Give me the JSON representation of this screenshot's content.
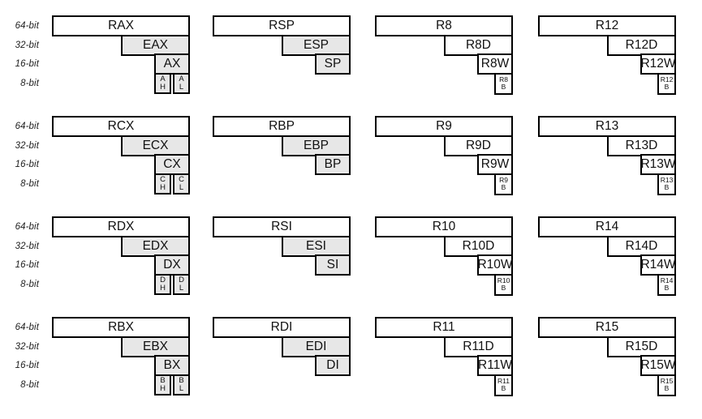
{
  "colors": {
    "border": "#000000",
    "sub_register_fill": "#e7e7e7",
    "register_fill": "#ffffff",
    "background": "#ffffff",
    "text": "#1a1a1a"
  },
  "bit_labels": [
    "64-bit",
    "32-bit",
    "16-bit",
    "8-bit"
  ],
  "register_groups": {
    "rows": [
      [
        {
          "r64": "RAX",
          "r32": "EAX",
          "r16": "AX",
          "r8": [
            [
              "A",
              "H"
            ],
            [
              "A",
              "L"
            ]
          ],
          "sub_fill": "gray"
        },
        {
          "r64": "RSP",
          "r32": "ESP",
          "r16": "SP",
          "r8": [],
          "sub_fill": "gray"
        },
        {
          "r64": "R8",
          "r32": "R8D",
          "r16": "R8W",
          "r8": [
            [
              "R8",
              "B"
            ]
          ],
          "sub_fill": "white"
        },
        {
          "r64": "R12",
          "r32": "R12D",
          "r16": "R12W",
          "r8": [
            [
              "R12",
              "B"
            ]
          ],
          "sub_fill": "white"
        }
      ],
      [
        {
          "r64": "RCX",
          "r32": "ECX",
          "r16": "CX",
          "r8": [
            [
              "C",
              "H"
            ],
            [
              "C",
              "L"
            ]
          ],
          "sub_fill": "gray"
        },
        {
          "r64": "RBP",
          "r32": "EBP",
          "r16": "BP",
          "r8": [],
          "sub_fill": "gray"
        },
        {
          "r64": "R9",
          "r32": "R9D",
          "r16": "R9W",
          "r8": [
            [
              "R9",
              "B"
            ]
          ],
          "sub_fill": "white"
        },
        {
          "r64": "R13",
          "r32": "R13D",
          "r16": "R13W",
          "r8": [
            [
              "R13",
              "B"
            ]
          ],
          "sub_fill": "white"
        }
      ],
      [
        {
          "r64": "RDX",
          "r32": "EDX",
          "r16": "DX",
          "r8": [
            [
              "D",
              "H"
            ],
            [
              "D",
              "L"
            ]
          ],
          "sub_fill": "gray"
        },
        {
          "r64": "RSI",
          "r32": "ESI",
          "r16": "SI",
          "r8": [],
          "sub_fill": "gray"
        },
        {
          "r64": "R10",
          "r32": "R10D",
          "r16": "R10W",
          "r8": [
            [
              "R10",
              "B"
            ]
          ],
          "sub_fill": "white"
        },
        {
          "r64": "R14",
          "r32": "R14D",
          "r16": "R14W",
          "r8": [
            [
              "R14",
              "B"
            ]
          ],
          "sub_fill": "white"
        }
      ],
      [
        {
          "r64": "RBX",
          "r32": "EBX",
          "r16": "BX",
          "r8": [
            [
              "B",
              "H"
            ],
            [
              "B",
              "L"
            ]
          ],
          "sub_fill": "gray"
        },
        {
          "r64": "RDI",
          "r32": "EDI",
          "r16": "DI",
          "r8": [],
          "sub_fill": "gray"
        },
        {
          "r64": "R11",
          "r32": "R11D",
          "r16": "R11W",
          "r8": [
            [
              "R11",
              "B"
            ]
          ],
          "sub_fill": "white"
        },
        {
          "r64": "R15",
          "r32": "R15D",
          "r16": "R15W",
          "r8": [
            [
              "R15",
              "B"
            ]
          ],
          "sub_fill": "white"
        }
      ]
    ]
  }
}
